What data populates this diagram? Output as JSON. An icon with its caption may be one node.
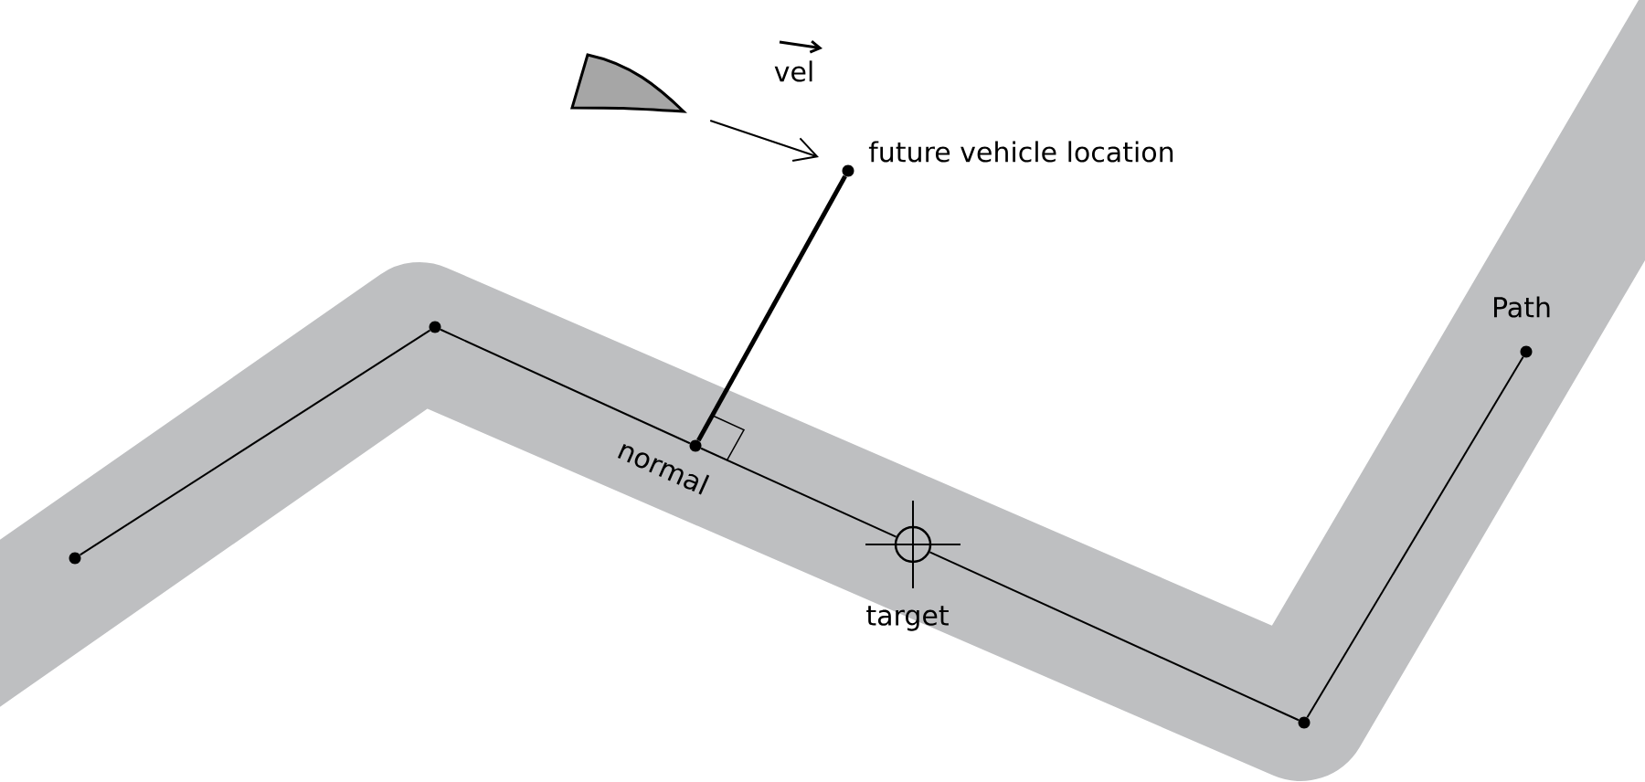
{
  "diagram": {
    "nodes": [
      {
        "text": [],
        "shape": "picture"
      },
      {
        "text": [],
        "shape": "circle",
        "beside": [
          "future vehicle location"
        ]
      },
      {
        "text": [],
        "shape": "circle"
      },
      {
        "text": [],
        "shape": "circle"
      },
      {
        "text": [],
        "shape": "circle",
        "beside": [
          "normal"
        ]
      },
      {
        "text": [],
        "shape": "crosshair",
        "beside": [
          "target"
        ]
      },
      {
        "text": [],
        "shape": "circle"
      },
      {
        "text": [],
        "shape": "circle",
        "beside": [
          "Path"
        ]
      }
    ],
    "edges": [
      {
        "from": 0,
        "to": 1,
        "arrow": "to",
        "label": "vel"
      },
      {
        "from": 4,
        "to": 1,
        "arrow": "none",
        "style": "thick"
      },
      {
        "from": 2,
        "to": 3,
        "arrow": "none"
      },
      {
        "from": 3,
        "to": 4,
        "arrow": "none"
      },
      {
        "from": 4,
        "to": 5,
        "arrow": "none"
      },
      {
        "from": 5,
        "to": 6,
        "arrow": "none"
      },
      {
        "from": 6,
        "to": 7,
        "arrow": "none"
      }
    ]
  }
}
